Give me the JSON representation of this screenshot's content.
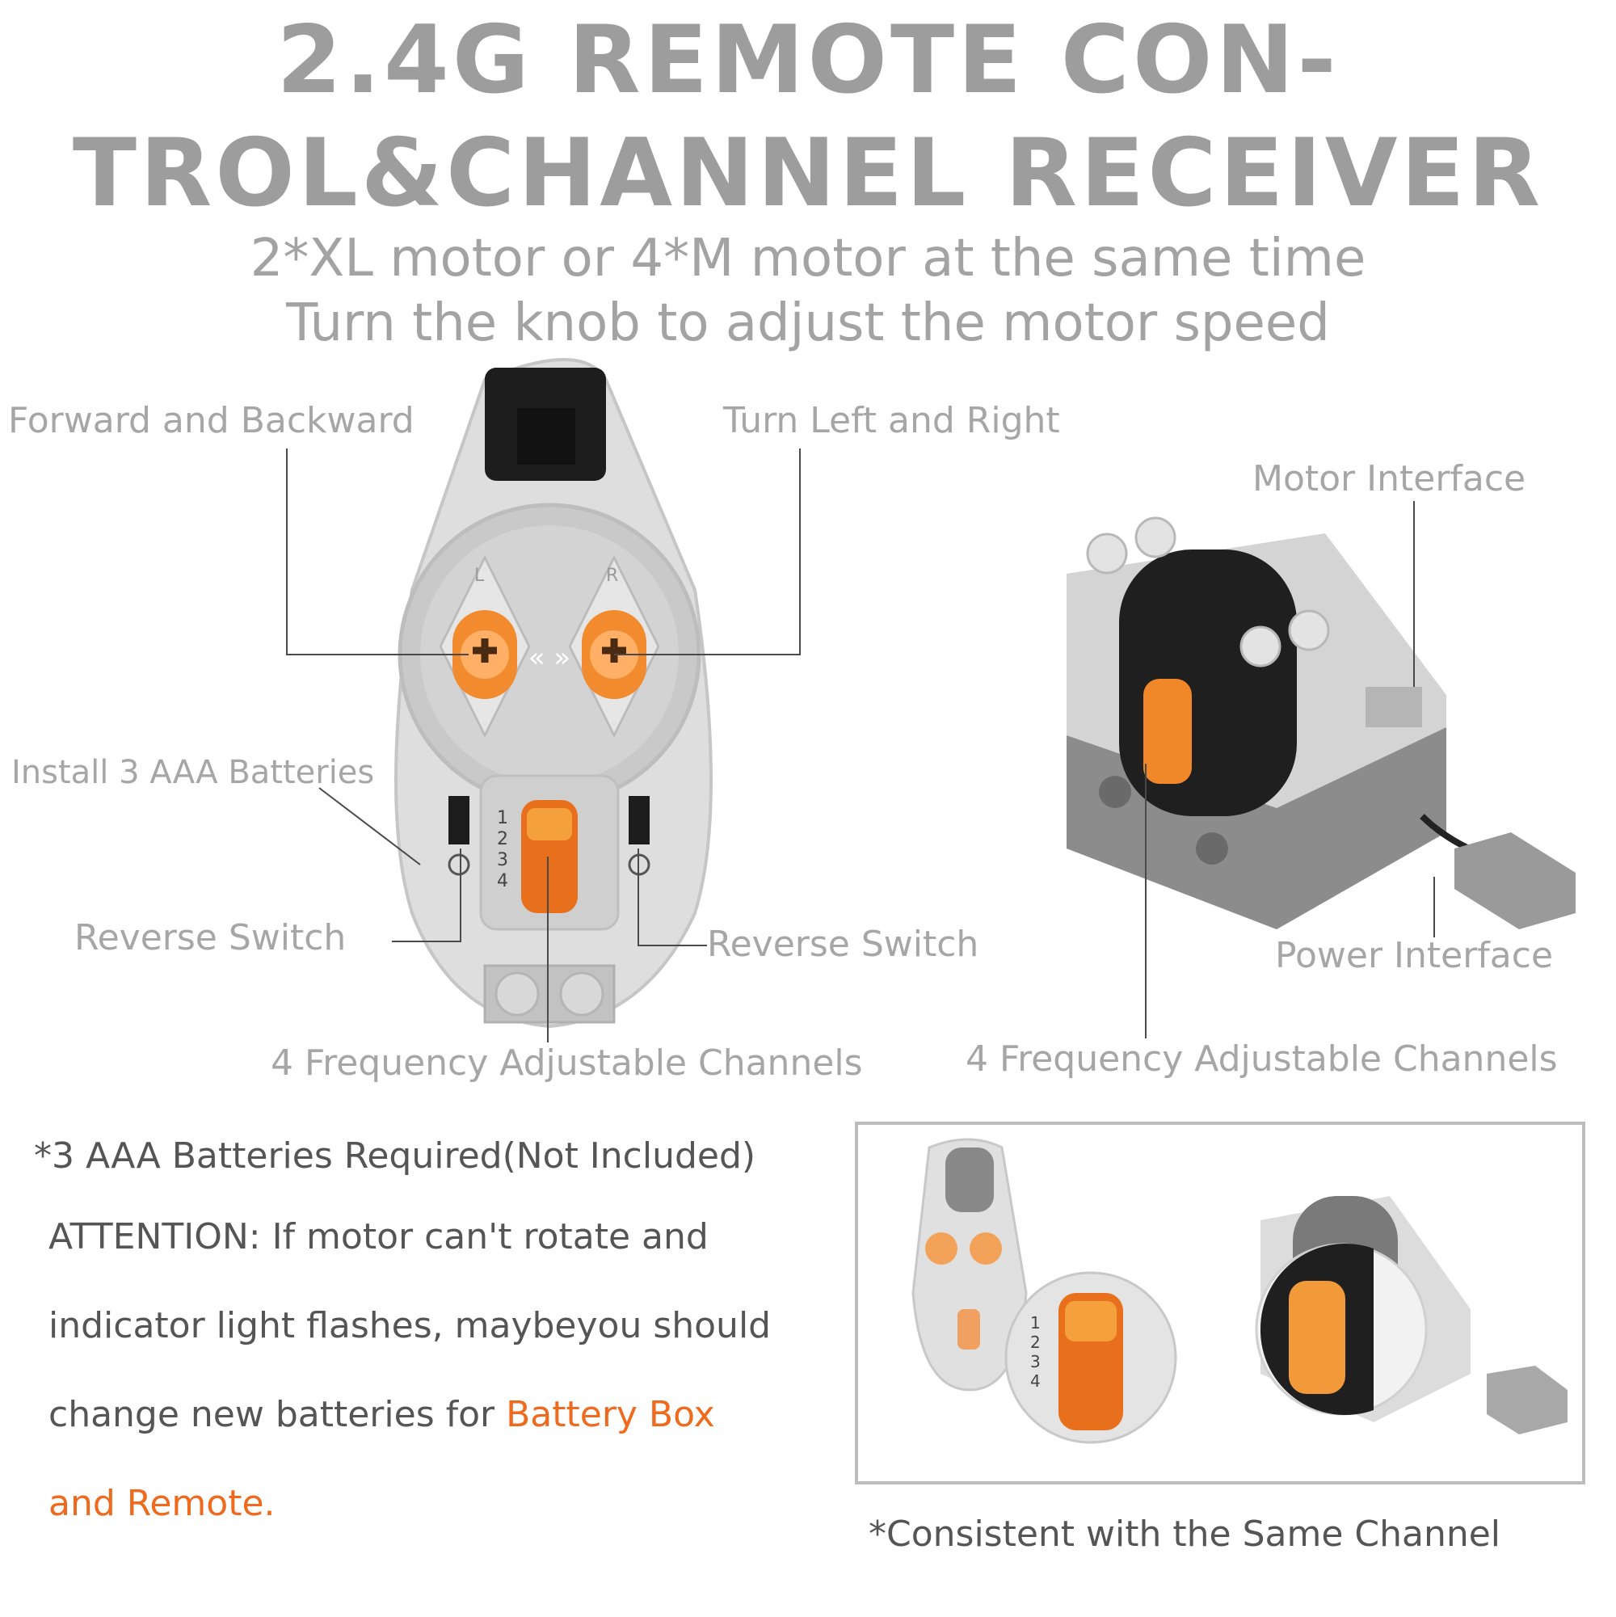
{
  "title": {
    "line1": "2.4G REMOTE CON-",
    "line2": "TROL&CHANNEL RECEIVER"
  },
  "subtitle": {
    "line1": "2*XL motor or 4*M motor at the same time",
    "line2": "Turn the knob to adjust the motor speed"
  },
  "remote_labels": {
    "forward_backward": "Forward and Backward",
    "turn_left_right": "Turn Left and Right",
    "install_batteries": "Install 3 AAA Batteries",
    "reverse_switch_left": "Reverse Switch",
    "reverse_switch_right": "Reverse Switch",
    "channels": "4 Frequency Adjustable Channels",
    "dial_marks": [
      "1",
      "2",
      "3",
      "4"
    ],
    "knob_marks": [
      "L",
      "R"
    ]
  },
  "receiver_labels": {
    "motor_interface": "Motor Interface",
    "power_interface": "Power Interface",
    "channels": "4 Frequency Adjustable Channels"
  },
  "notes": {
    "batteries_required": "*3 AAA Batteries Required(Not Included)",
    "attention_line1": "ATTENTION: If motor can't rotate and",
    "attention_line2": "indicator light flashes, maybeyou should",
    "attention_line3_plain": "change new batteries for ",
    "attention_line3_highlight": "Battery Box",
    "attention_line4_highlight": "and Remote."
  },
  "comparison": {
    "caption": "*Consistent with the Same Channel",
    "zoom_marks": [
      "1",
      "2",
      "3",
      "4"
    ]
  },
  "colors": {
    "accent_orange": "#ef6a1d",
    "title_gray": "#9d9d9d",
    "brick_light": "#d9d9d9",
    "brick_dark": "#8a8a8a",
    "brick_black": "#1c1c1c"
  }
}
